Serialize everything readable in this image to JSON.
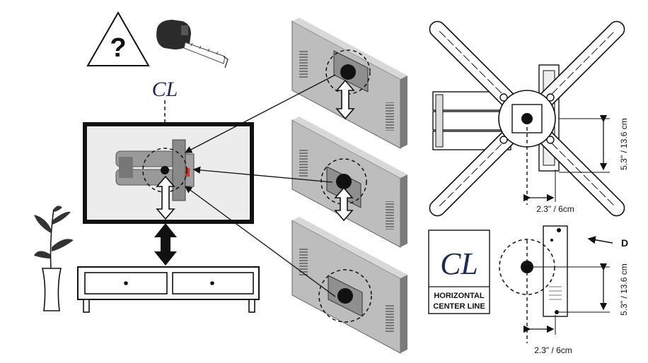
{
  "colors": {
    "ink": "#111111",
    "panel": "#bdbdbd",
    "panel_side": "#7a7a7a",
    "plate": "#8f8f8f",
    "cl_navy": "#1d2a52",
    "frame": "#111111"
  },
  "icons": {
    "warning": "warning-question-icon",
    "tape": "tape-measure-icon",
    "plant": "potted-plant-icon"
  },
  "symbols": {
    "center_line": "CL"
  },
  "center_line_card": {
    "line1": "HORIZONTAL",
    "line2": "CENTER LINE"
  },
  "labels": {
    "warning_glyph": "?",
    "offset_top_right": "2.3\" / 6cm",
    "offset_bottom_right": "2.3\" / 6cm",
    "height_top_right": "5.3\" / 13.6 cm",
    "height_bottom_right": "5.3\" / 13.6 cm",
    "callout_letter": "D"
  }
}
